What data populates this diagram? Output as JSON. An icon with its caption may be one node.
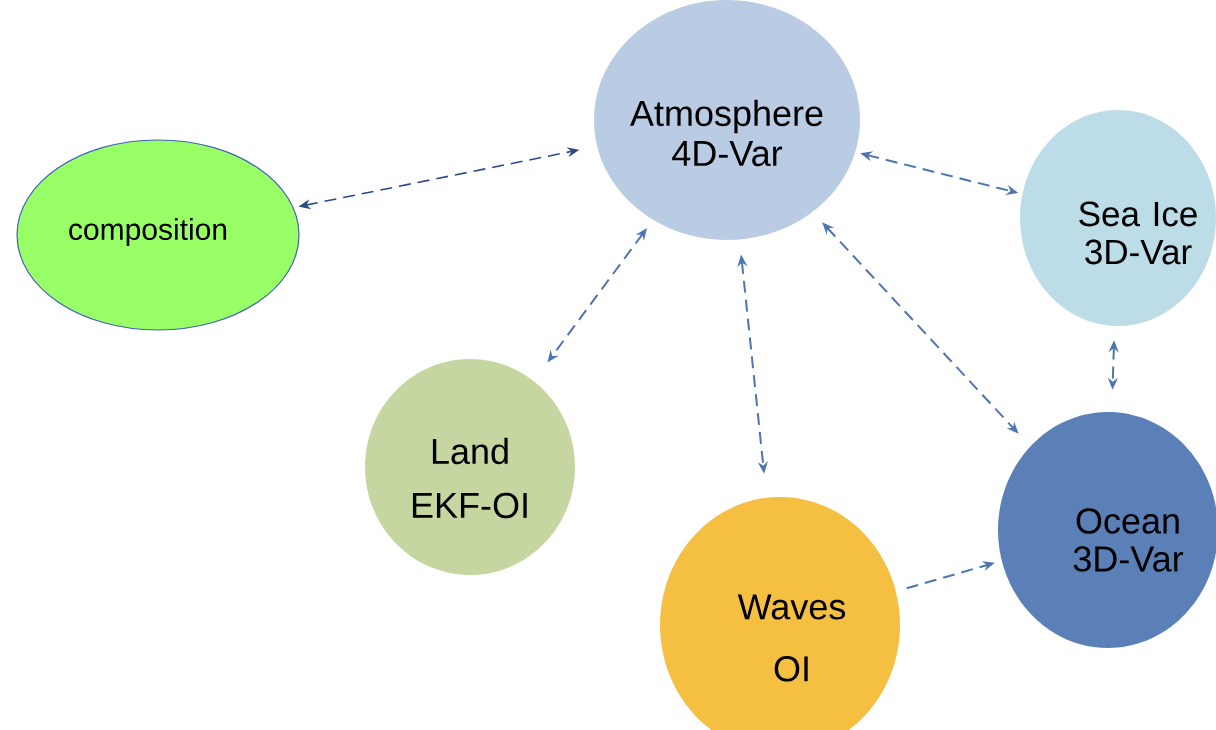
{
  "diagram": {
    "nodes": [
      {
        "text": [
          "Atmosphere 4D-Var"
        ]
      },
      {
        "text": [
          "composition"
        ]
      },
      {
        "text": [
          "Sea Ice 3D-Var"
        ]
      },
      {
        "text": [
          "Land EKF-OI"
        ]
      },
      {
        "text": [
          "Ocean 3D-Var"
        ]
      },
      {
        "text": [
          "Waves OI"
        ]
      }
    ],
    "edges": [
      {
        "from": 1,
        "to": 0,
        "arrow": "both",
        "style": "dashed",
        "color": "#2b4a86"
      },
      {
        "from": 0,
        "to": 2,
        "arrow": "both",
        "style": "dashed"
      },
      {
        "from": 0,
        "to": 3,
        "arrow": "both",
        "style": "dashed"
      },
      {
        "from": 0,
        "to": 5,
        "arrow": "both",
        "style": "dashed"
      },
      {
        "from": 0,
        "to": 4,
        "arrow": "both",
        "style": "dashed"
      },
      {
        "from": 2,
        "to": 4,
        "arrow": "both",
        "style": "dashed"
      },
      {
        "from": 5,
        "to": 4,
        "arrow": "to",
        "style": "dashed"
      }
    ]
  }
}
